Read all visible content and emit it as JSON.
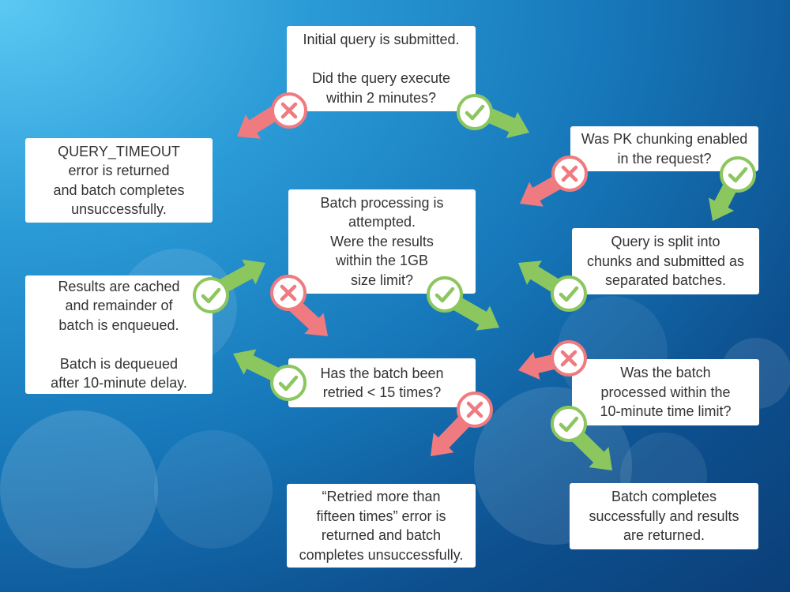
{
  "colors": {
    "yes": "#8cc65e",
    "no": "#ef7a7f",
    "box": "#ffffff",
    "text": "#333333"
  },
  "icons": {
    "yes": "checkmark-icon",
    "no": "x-mark-icon"
  },
  "nodes": {
    "initial_query": "Initial query is submitted.\n\nDid the query execute\nwithin 2 minutes?",
    "query_timeout": "QUERY_TIMEOUT\nerror is returned\nand batch completes\nunsuccessfully.",
    "pk_chunking": "Was PK chunking enabled\nin the request?",
    "batch_processing": "Batch processing is\nattempted.\nWere the results\nwithin the 1GB\nsize limit?",
    "query_split": "Query is split into\nchunks and submitted as\nseparated batches.",
    "results_cached": "Results are cached\nand remainder of\nbatch is enqueued.\n\nBatch is dequeued\nafter 10-minute delay.",
    "retried_check": "Has the batch been\nretried < 15 times?",
    "time_limit": "Was the batch\nprocessed within the\n10-minute time limit?",
    "retried_error": "“Retried more than\nfifteen times” error is\nreturned and batch\ncompletes unsuccessfully.",
    "batch_completes": "Batch completes\nsuccessfully and results\nare returned."
  }
}
